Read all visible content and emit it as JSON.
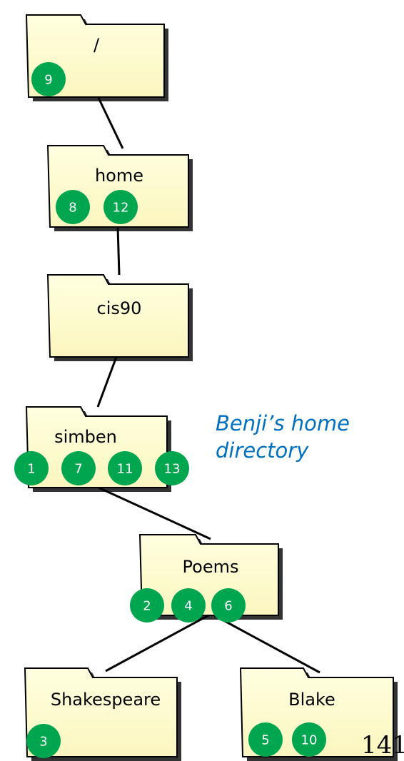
{
  "folders": [
    {
      "label": "/",
      "badges": [
        "9"
      ]
    },
    {
      "label": "home",
      "badges": [
        "8",
        "12"
      ]
    },
    {
      "label": "cis90",
      "badges": []
    },
    {
      "label": "simben",
      "badges": [
        "1",
        "7",
        "11",
        "13"
      ]
    },
    {
      "label": "Poems",
      "badges": [
        "2",
        "4",
        "6"
      ]
    },
    {
      "label": "Shakespeare",
      "badges": [
        "3"
      ]
    },
    {
      "label": "Blake",
      "badges": [
        "5",
        "10"
      ]
    }
  ],
  "caption": {
    "line1": "Benji’s home",
    "line2": "directory"
  },
  "page_number": "141",
  "colors": {
    "folder_fill": "#ffffc8",
    "folder_stroke": "#000000",
    "badge": "#00a550",
    "caption": "#0070c0"
  }
}
